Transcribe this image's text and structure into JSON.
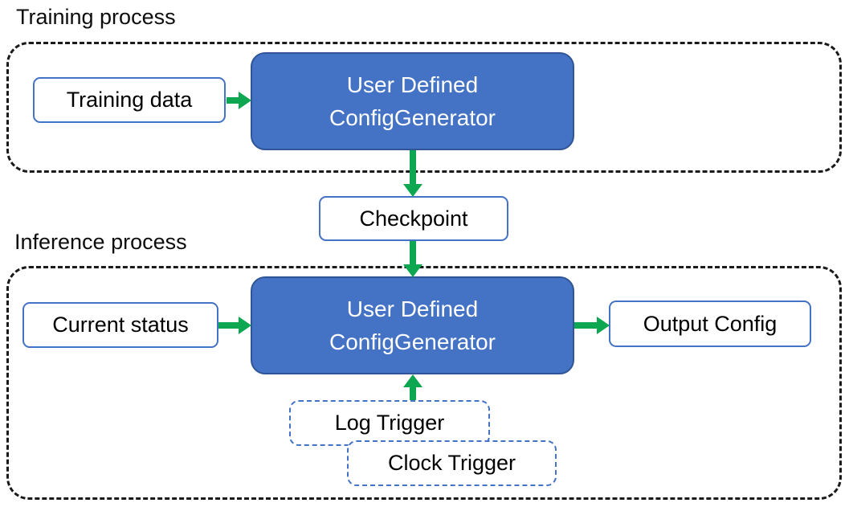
{
  "diagram_type": "flow-diagram",
  "colors": {
    "node_fill": "#4472C4",
    "node_border": "#2F5597",
    "light_box_border": "#4472C4",
    "trigger_box_border_dashed": "#4472C4",
    "arrow_green": "#0CA750",
    "container_dash_black": "#1A1A1A",
    "text_dark": "#000000",
    "text_light": "#FFFFFF"
  },
  "training": {
    "title": "Training process",
    "input_box": "Training data",
    "generator_line1": "User Defined",
    "generator_line2": "ConfigGenerator"
  },
  "checkpoint_label": "Checkpoint",
  "inference": {
    "title": "Inference process",
    "input_box": "Current status",
    "generator_line1": "User Defined",
    "generator_line2": "ConfigGenerator",
    "output_box": "Output Config",
    "trigger1": "Log Trigger",
    "trigger2": "Clock Trigger"
  }
}
